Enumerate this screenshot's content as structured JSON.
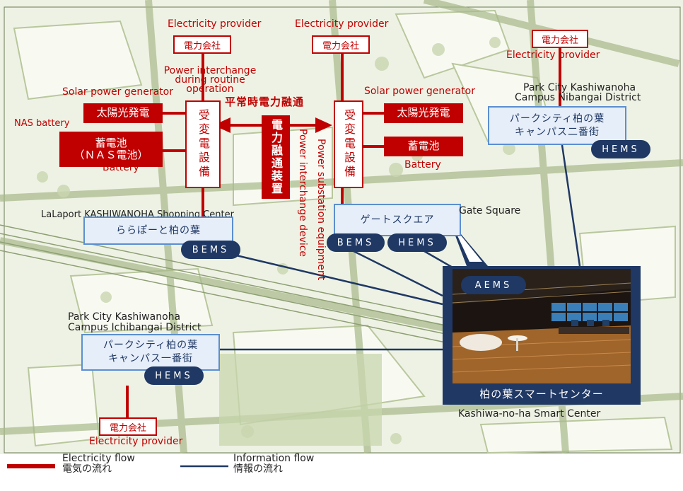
{
  "providers": {
    "top_left": {
      "en": "Electricity provider",
      "jp": "電力会社"
    },
    "top_center": {
      "en": "Electricity provider",
      "jp": "電力会社"
    },
    "top_right": {
      "jp": "電力会社",
      "en": "Electricity provider"
    },
    "bottom_left": {
      "jp": "電力会社",
      "en": "Electricity provider"
    }
  },
  "interchange": {
    "routine_en": "Power interchange during routine operation",
    "routine_en_l1": "Power interchange",
    "routine_en_l2": "during routine",
    "routine_en_l3": "operation",
    "routine_jp": "平常時電力融通",
    "device_jp": "電力融通装置",
    "device_en": "Power interchange device",
    "substation_en": "Power substation equipment",
    "substation_jp": "受変電設備"
  },
  "left_generation": {
    "solar_en": "Solar power generator",
    "solar_jp": "太陽光発電",
    "nas_en": "NAS battery",
    "nas_jp_l1": "蓄電池",
    "nas_jp_l2": "（ＮＡＳ電池）",
    "battery_en": "Battery"
  },
  "right_generation": {
    "solar_en": "Solar power generator",
    "solar_jp": "太陽光発電",
    "battery_jp": "蓄電池",
    "battery_en": "Battery"
  },
  "lalaport": {
    "en": "LaLaport KASHIWANOHA Shopping Center",
    "jp": "ららぽーと柏の葉",
    "badge": "BEMS"
  },
  "gate_square": {
    "jp": "ゲートスクエア",
    "en": "Gate Square",
    "badge_bems": "BEMS",
    "badge_hems": "HEMS"
  },
  "nibangai": {
    "en_l1": "Park City Kashiwanoha",
    "en_l2": "Campus Nibangai District",
    "jp_l1": "パークシティ柏の葉",
    "jp_l2": "キャンパス二番街",
    "badge": "HEMS"
  },
  "ichibangai": {
    "en_l1": "Park City Kashiwanoha",
    "en_l2": "Campus Ichibangai District",
    "jp_l1": "パークシティ柏の葉",
    "jp_l2": "キャンパス一番街",
    "badge": "HEMS"
  },
  "smart_center": {
    "badge": "AEMS",
    "jp": "柏の葉スマートセンター",
    "en": "Kashiwa-no-ha Smart Center"
  },
  "legend": {
    "electricity_en": "Electricity flow",
    "electricity_jp": "電気の流れ",
    "information_en": "Information flow",
    "information_jp": "情報の流れ"
  },
  "colors": {
    "electricity": "#c00000",
    "information": "#1f3864",
    "building": "#5b8fd0",
    "map_lines": "#a8b98a"
  }
}
